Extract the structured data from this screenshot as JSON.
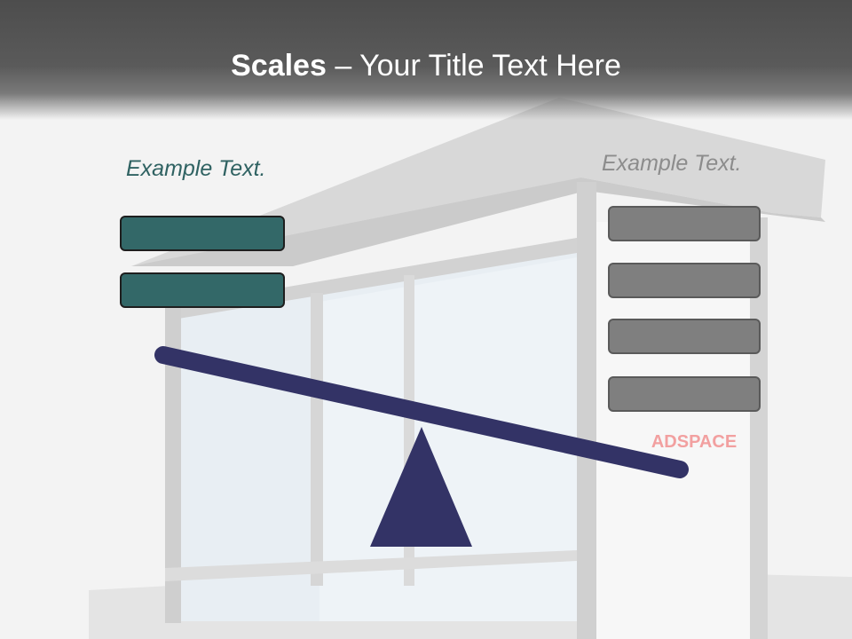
{
  "slide": {
    "title_bold": "Scales",
    "title_rest": " – Your Title Text Here",
    "left_label": "Example Text.",
    "right_label": "Example Text.",
    "background_sign_text": "ADSPACE",
    "left_box_count": 2,
    "right_box_count": 4
  },
  "colors": {
    "title_band": "#4d4d4d",
    "left_box_fill": "#336868",
    "right_box_fill": "#7f7f7f",
    "beam": "#333366",
    "left_label": "#2f6262",
    "right_label": "#8c8c8c",
    "adspace": "#f08080"
  },
  "icons": {
    "beam": "tilted-beam",
    "fulcrum": "triangle-fulcrum"
  }
}
